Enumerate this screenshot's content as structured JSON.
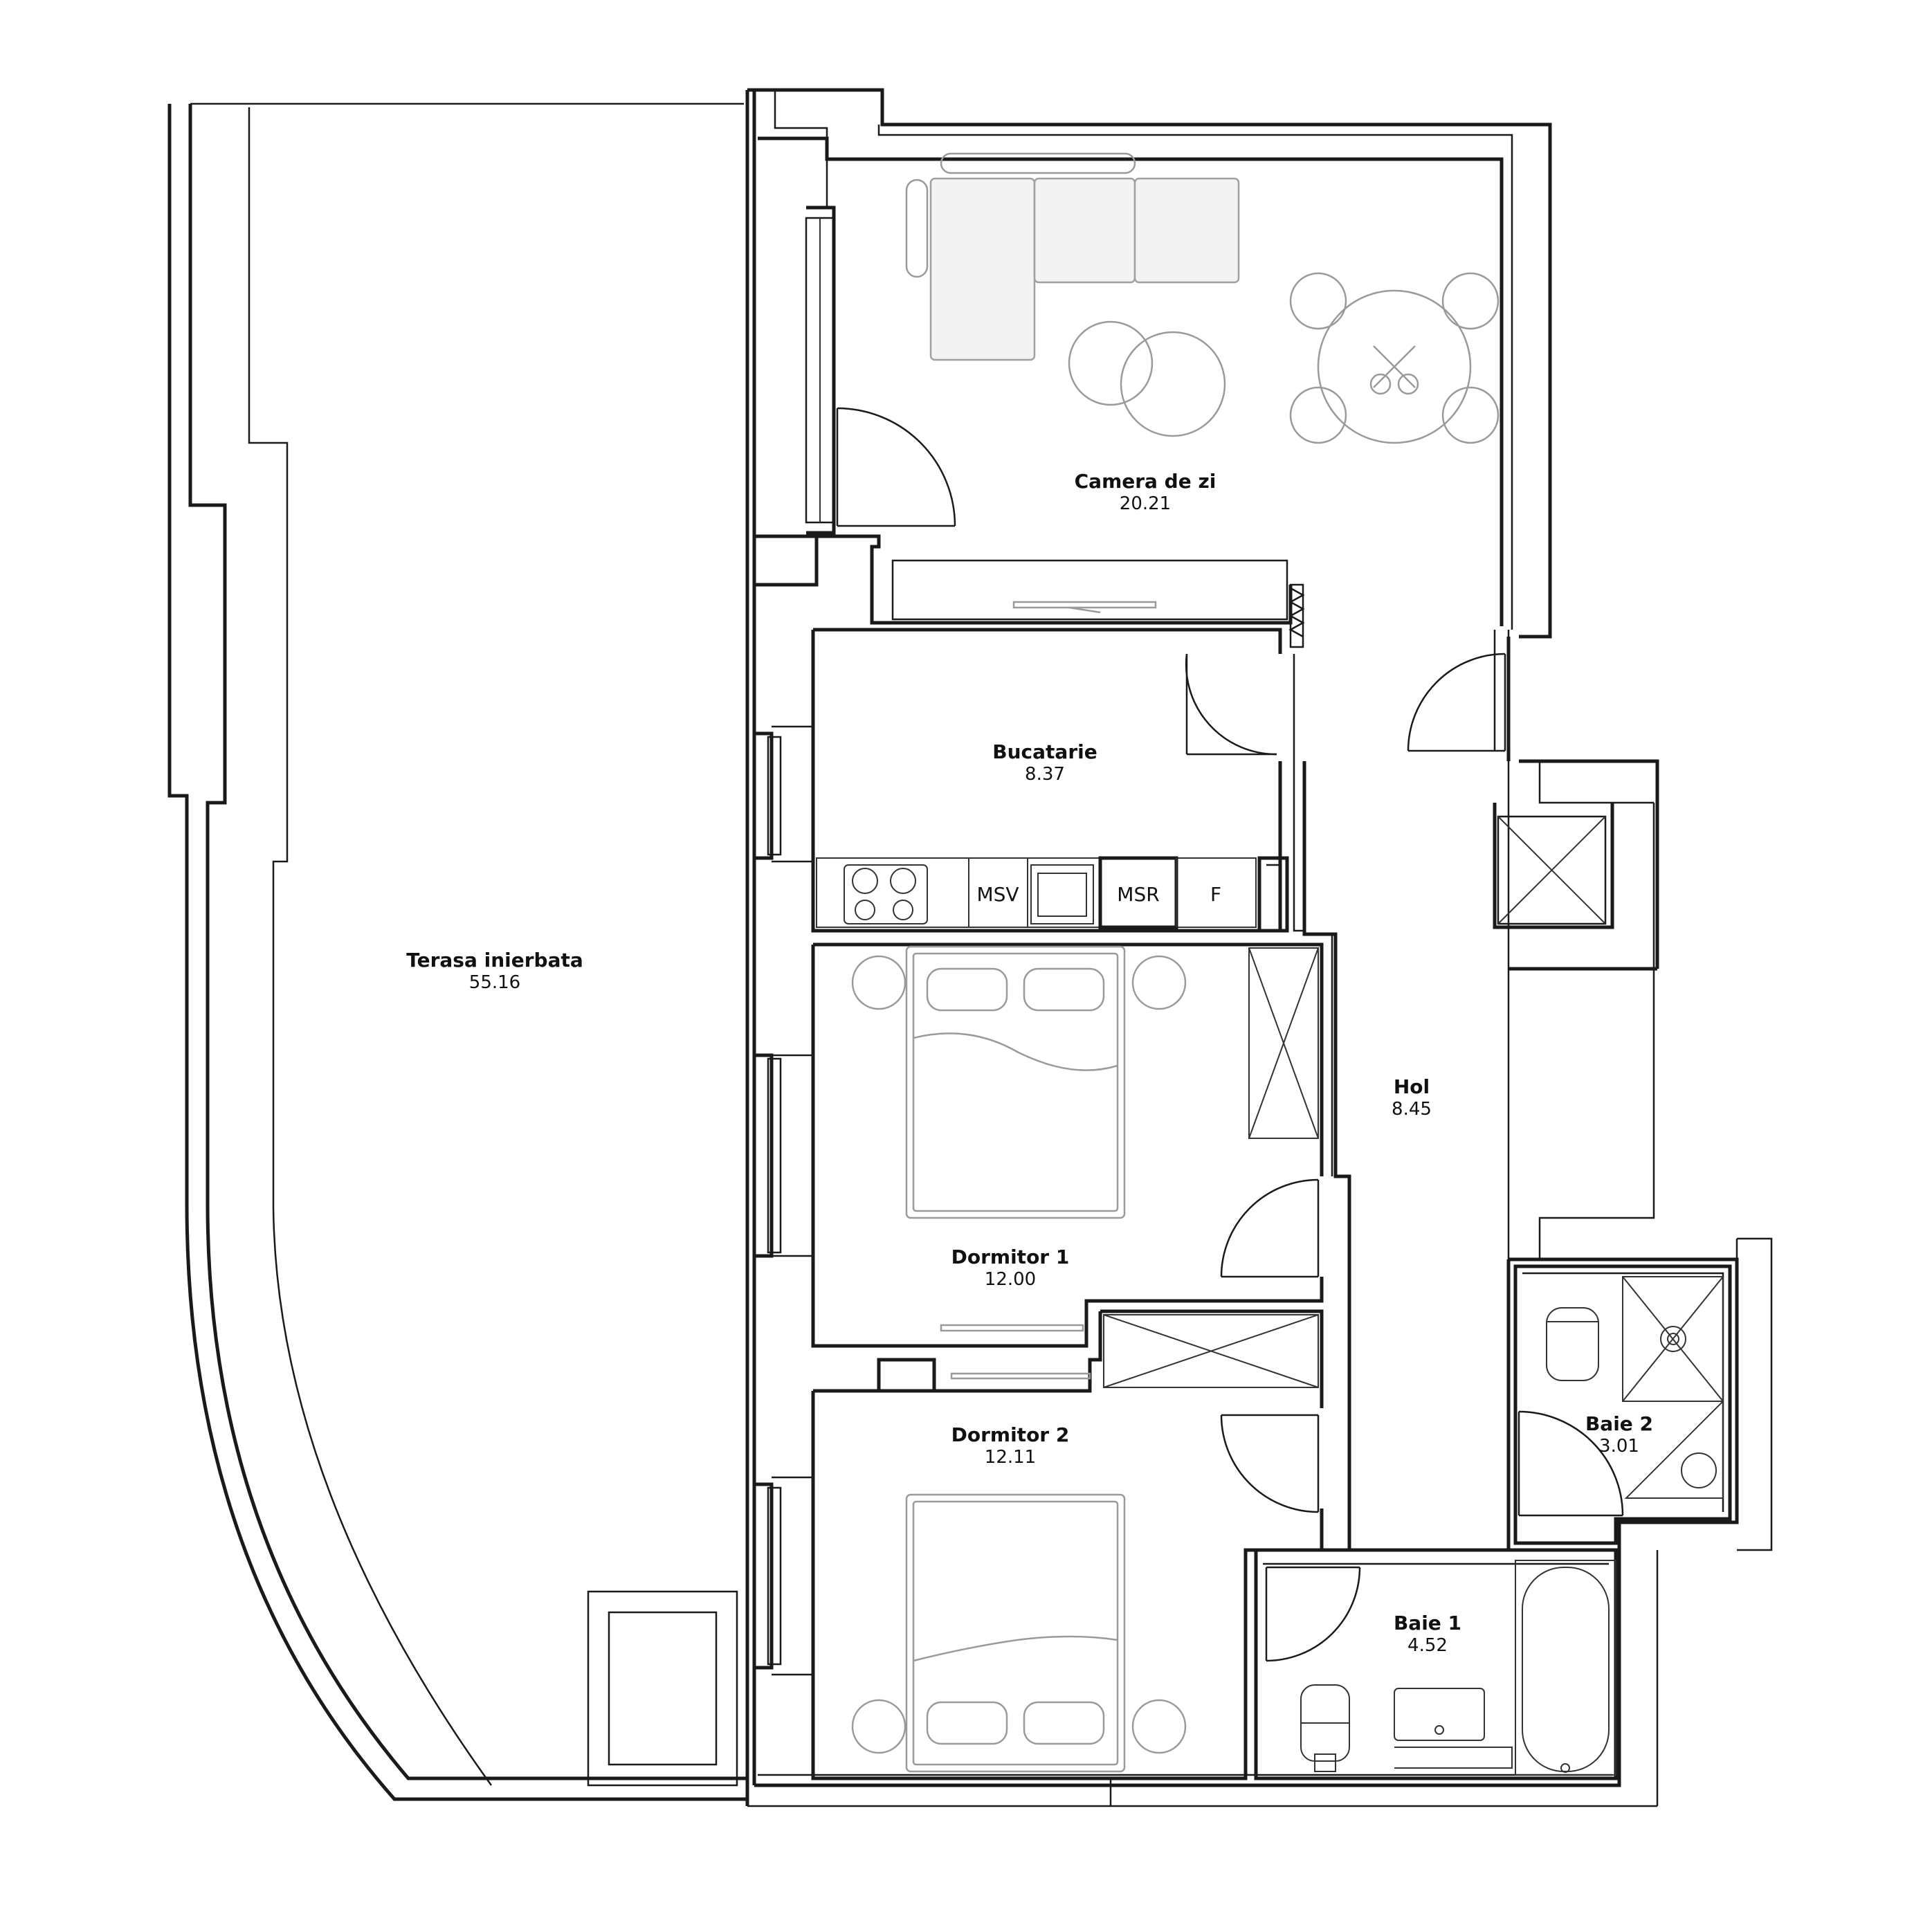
{
  "rooms": {
    "terasa": {
      "name": "Terasa inierbata",
      "area": "55.16"
    },
    "camera": {
      "name": "Camera de zi",
      "area": "20.21"
    },
    "bucatarie": {
      "name": "Bucatarie",
      "area": "8.37"
    },
    "hol": {
      "name": "Hol",
      "area": "8.45"
    },
    "dormitor1": {
      "name": "Dormitor 1",
      "area": "12.00"
    },
    "dormitor2": {
      "name": "Dormitor 2",
      "area": "12.11"
    },
    "baie1": {
      "name": "Baie 1",
      "area": "4.52"
    },
    "baie2": {
      "name": "Baie 2",
      "area": "3.01"
    }
  },
  "kitchen": {
    "msv": "MSV",
    "msr": "MSR",
    "f": "F"
  }
}
